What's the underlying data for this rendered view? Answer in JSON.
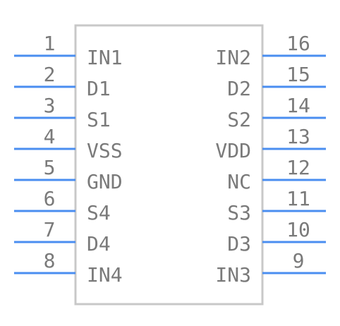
{
  "component": {
    "left_pins": [
      {
        "number": "1",
        "name": "IN1"
      },
      {
        "number": "2",
        "name": "D1"
      },
      {
        "number": "3",
        "name": "S1"
      },
      {
        "number": "4",
        "name": "VSS"
      },
      {
        "number": "5",
        "name": "GND"
      },
      {
        "number": "6",
        "name": "S4"
      },
      {
        "number": "7",
        "name": "D4"
      },
      {
        "number": "8",
        "name": "IN4"
      }
    ],
    "right_pins": [
      {
        "number": "16",
        "name": "IN2"
      },
      {
        "number": "15",
        "name": "D2"
      },
      {
        "number": "14",
        "name": "S2"
      },
      {
        "number": "13",
        "name": "VDD"
      },
      {
        "number": "12",
        "name": "NC"
      },
      {
        "number": "11",
        "name": "S3"
      },
      {
        "number": "10",
        "name": "D3"
      },
      {
        "number": "9",
        "name": "IN3"
      }
    ]
  },
  "colors": {
    "pin_line": "#4a8ef0",
    "body_outline": "#c8c8c8",
    "text": "#7a7a7a"
  }
}
